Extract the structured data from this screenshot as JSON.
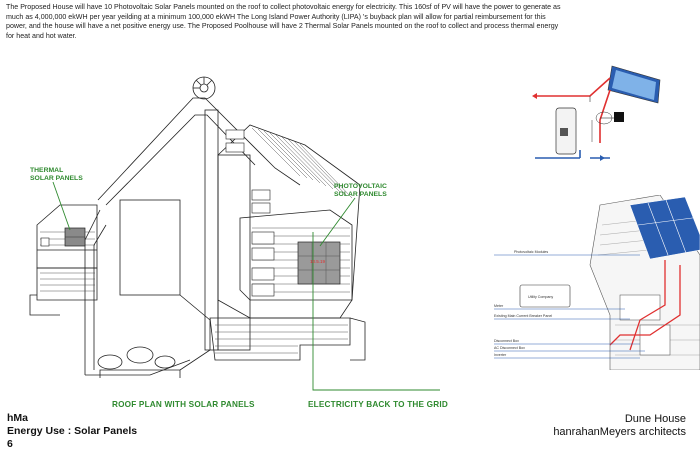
{
  "intro_text": "The Proposed House will have 10 Photovoltaic Solar Panels mounted on the roof to collect photovoltaic energy for electricity.   This 160sf of PV will have the power to generate as much as 4,000,000 ekWH per year yeilding at a minimum 100,000 ekWH  The  Long Island Power Authority (LIPA) 's buyback plan will allow for partial reimbursement for this power, and the house will have a net positive energy use.   The Proposed Poolhouse will have 2 Thermal Solar Panels mounted on the roof to collect and process thermal energy for heat and hot water.",
  "labels": {
    "thermal": [
      "THERMAL",
      "SOLAR PANELS"
    ],
    "photovoltaic": [
      "PHOTOVOLTAIC",
      "SOLAR PANELS"
    ],
    "roof_caption": "ROOF PLAN WITH SOLAR PANELS",
    "grid_caption": "ELECTRICITY BACK TO THE GRID",
    "panel_tag": "10.5.19"
  },
  "footer": {
    "firm_short": "hMa",
    "sheet_title": "Energy Use : Solar Panels",
    "sheet_number": "6",
    "project": "Dune House",
    "firm_name": "hanrahanMeyers architects"
  },
  "pv_diagram_labels": {
    "modules": "Photovoltaic Modules",
    "utility": "Utility Company",
    "meter": "Meter",
    "breaker": "Existing Main Current Breaker Panel",
    "disconnect": "Disconnect Box",
    "ac_disconnect": "AC Disconnect Box",
    "inverter": "Inverter"
  },
  "colors": {
    "green": "#2f8a2f",
    "red": "#e03030",
    "blue": "#2a5db0"
  }
}
